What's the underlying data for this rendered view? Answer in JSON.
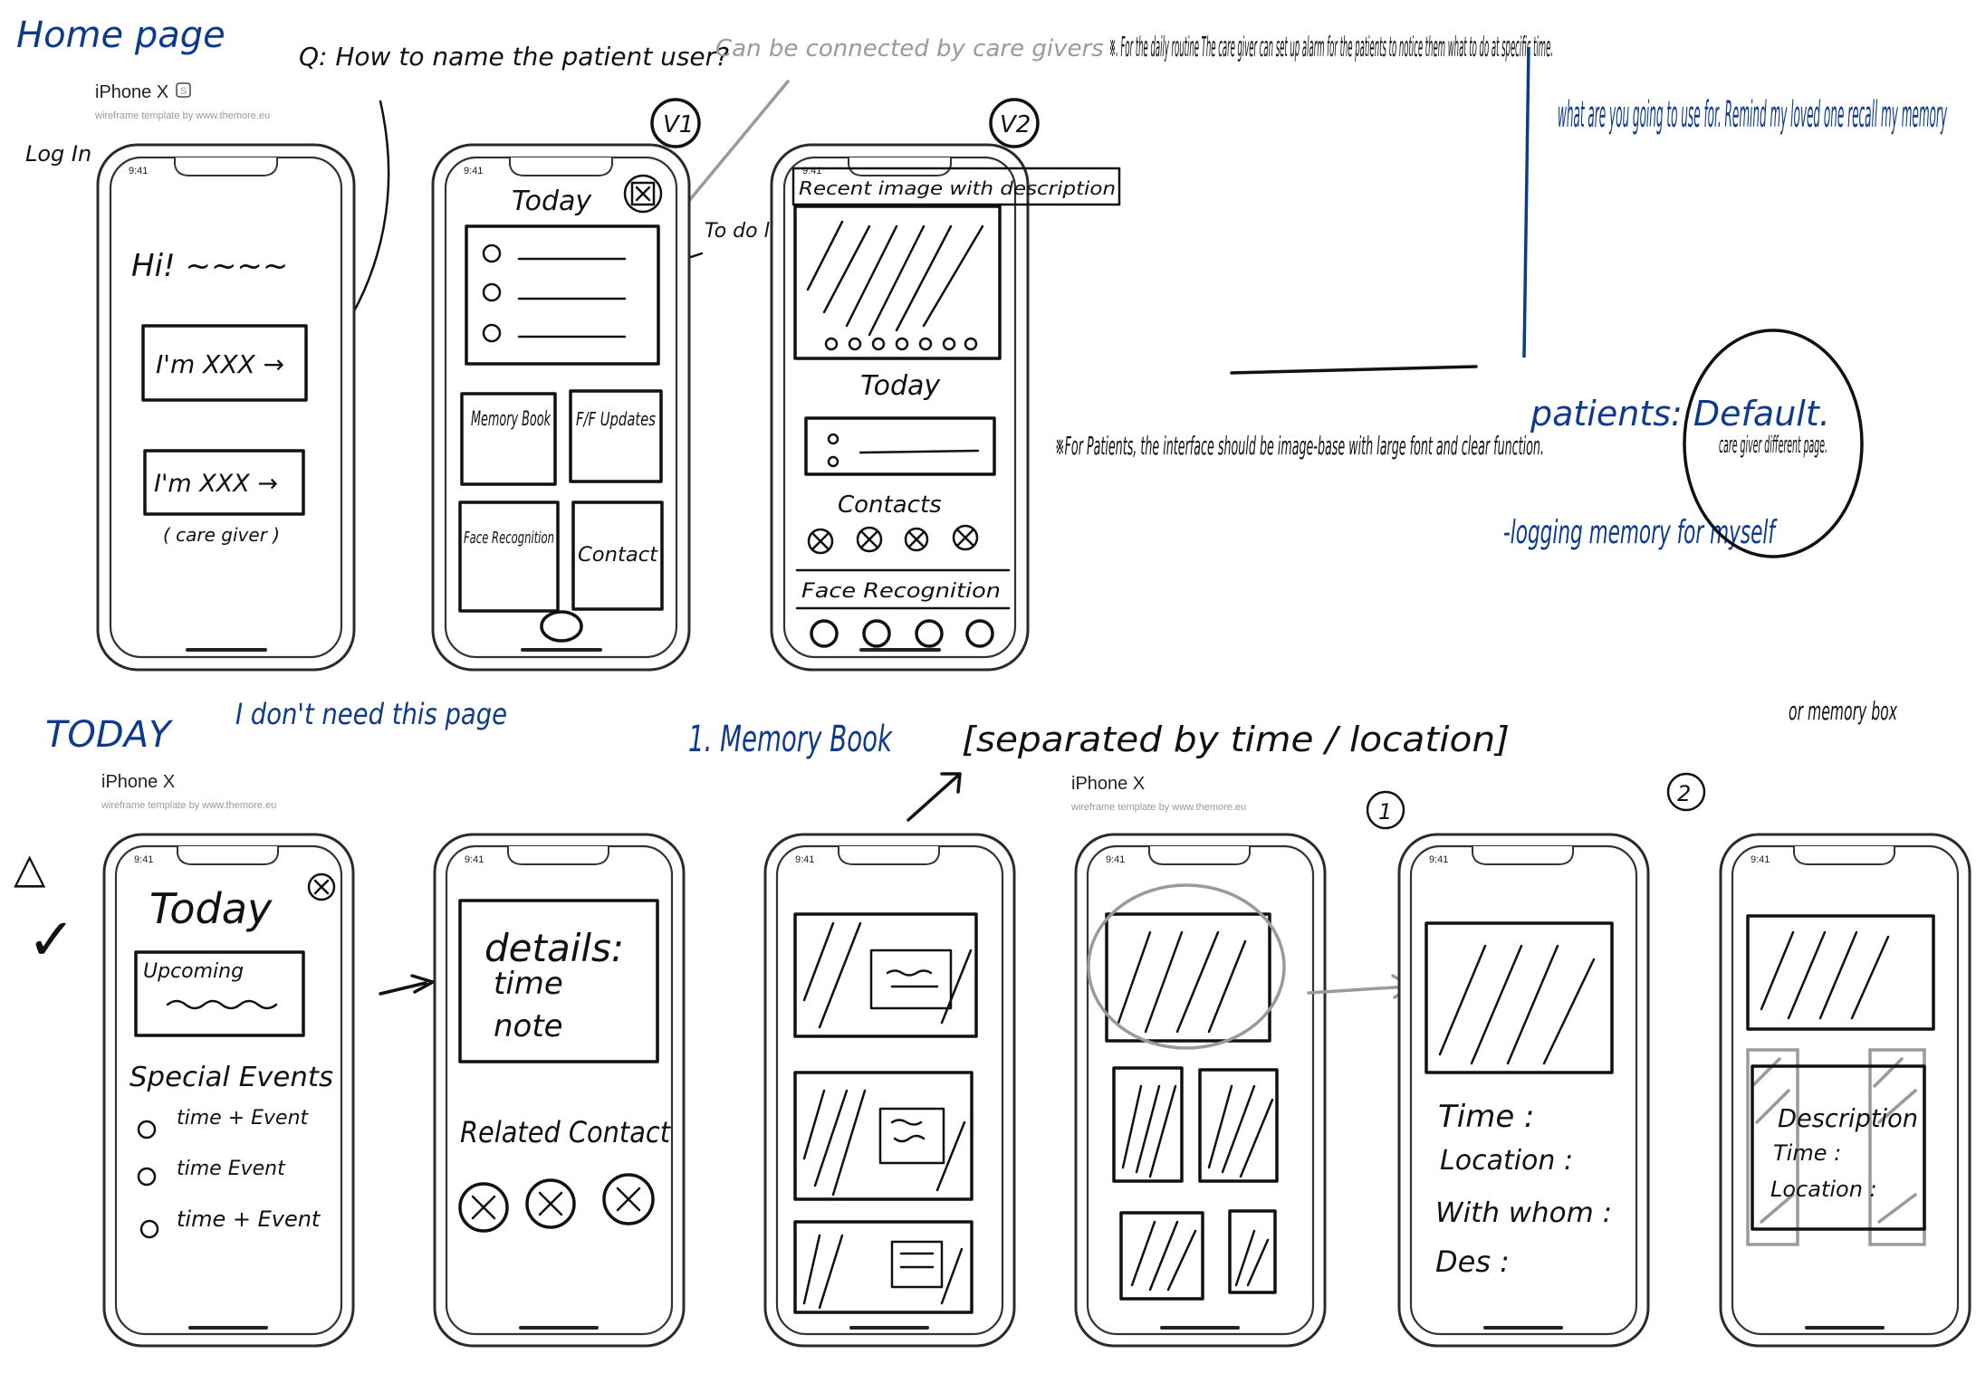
{
  "template": {
    "device": "iPhone X",
    "badge": "S",
    "credit": "wireframe template by www.themore.eu",
    "status_time": "9:41"
  },
  "headings": {
    "home_page": "Home page",
    "today": "TODAY",
    "memory_book": "1. Memory Book",
    "separated": "[separated by time / location]",
    "memory_box": "or memory box"
  },
  "annotations": {
    "log_in": "Log In",
    "question": "Q: How to name the patient user?",
    "connected": "Can be connected by care givers",
    "v1": "V1",
    "v2": "V2",
    "todo_list": "To do list",
    "caregiver_note": "※. For the daily routine The care giver can set up alarm for the patients to notice them what to do at specific time.",
    "patients_note": "※For Patients, the interface should be image-base with large font and clear function.",
    "use_for": "what are you going to use for. Remind my loved one recall my memory",
    "patients_default": "patients: Default.",
    "logging": "-logging memory for myself",
    "caregiver_page": "care giver different page.",
    "dont_need": "I don't need this page",
    "num_1": "1",
    "num_2": "2",
    "triangle": "△",
    "check": "✓"
  },
  "screens": {
    "login": {
      "greeting": "Hi! ~~~~",
      "btn_patient": "I'm XXX →",
      "btn_caregiver": "I'm XXX →",
      "caregiver_label": "( care giver )"
    },
    "v1": {
      "title": "Today",
      "tile_memory": "Memory Book",
      "tile_fif": "F/F Updates",
      "tile_face": "Face Recognition",
      "tile_contact": "Contact"
    },
    "v2": {
      "recent": "Recent image with description",
      "title": "Today",
      "contacts": "Contacts",
      "face": "Face Recognition"
    },
    "today": {
      "title": "Today",
      "upcoming": "Upcoming",
      "special": "Special Events",
      "events": [
        "time + Event",
        "time  Event",
        "time + Event"
      ]
    },
    "details": {
      "line1": "details:",
      "line2": "time",
      "line3": "note",
      "related": "Related Contact"
    },
    "memory_detail": {
      "time": "Time :",
      "location": "Location :",
      "with_whom": "With whom :",
      "des": "Des :"
    },
    "memory_box": {
      "desc": "Description",
      "time": "Time :",
      "location": "Location :"
    }
  },
  "colors": {
    "ink": "#111111",
    "blue_ink": "#0d3a8c",
    "pencil_grey": "#9a9a9a"
  }
}
